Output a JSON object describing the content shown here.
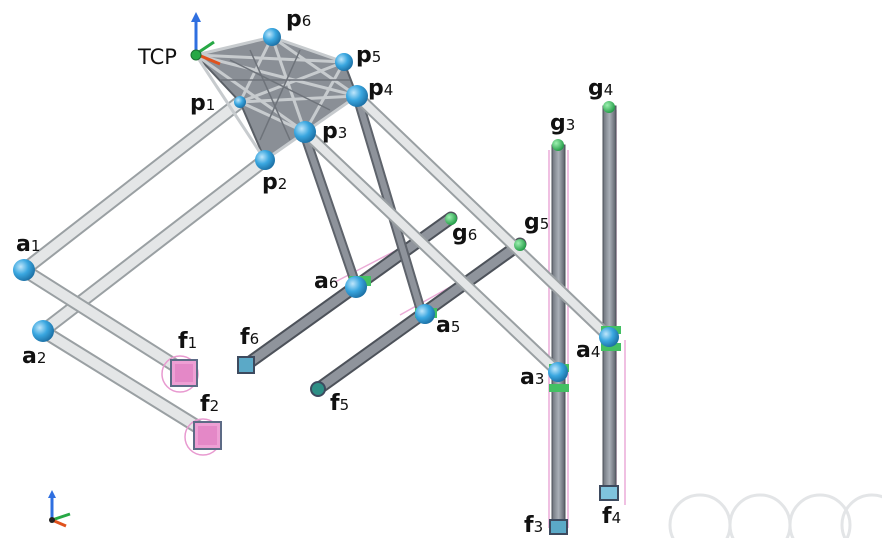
{
  "diagram": {
    "tcp_label": "TCP",
    "points": {
      "p1": {
        "letter": "p",
        "index": "1"
      },
      "p2": {
        "letter": "p",
        "index": "2"
      },
      "p3": {
        "letter": "p",
        "index": "3"
      },
      "p4": {
        "letter": "p",
        "index": "4"
      },
      "p5": {
        "letter": "p",
        "index": "5"
      },
      "p6": {
        "letter": "p",
        "index": "6"
      },
      "a1": {
        "letter": "a",
        "index": "1"
      },
      "a2": {
        "letter": "a",
        "index": "2"
      },
      "a3": {
        "letter": "a",
        "index": "3"
      },
      "a4": {
        "letter": "a",
        "index": "4"
      },
      "a5": {
        "letter": "a",
        "index": "5"
      },
      "a6": {
        "letter": "a",
        "index": "6"
      },
      "f1": {
        "letter": "f",
        "index": "1"
      },
      "f2": {
        "letter": "f",
        "index": "2"
      },
      "f3": {
        "letter": "f",
        "index": "3"
      },
      "f4": {
        "letter": "f",
        "index": "4"
      },
      "f5": {
        "letter": "f",
        "index": "5"
      },
      "f6": {
        "letter": "f",
        "index": "6"
      },
      "g3": {
        "letter": "g",
        "index": "3"
      },
      "g4": {
        "letter": "g",
        "index": "4"
      },
      "g5": {
        "letter": "g",
        "index": "5"
      },
      "g6": {
        "letter": "g",
        "index": "6"
      }
    },
    "colors": {
      "link_fill": "#d9dcdc",
      "link_edge": "#9aa0a3",
      "rail_fill": "#8a8f99",
      "rail_edge": "#555a63",
      "joint_blue": "#3aa7e0",
      "joint_green": "#2dbb55",
      "base_pink": "#e89ad0",
      "guide_pink": "#e9a3d3",
      "axis_z": "#2f6fe0",
      "axis_x": "#e0521d",
      "axis_y": "#27a845"
    }
  }
}
